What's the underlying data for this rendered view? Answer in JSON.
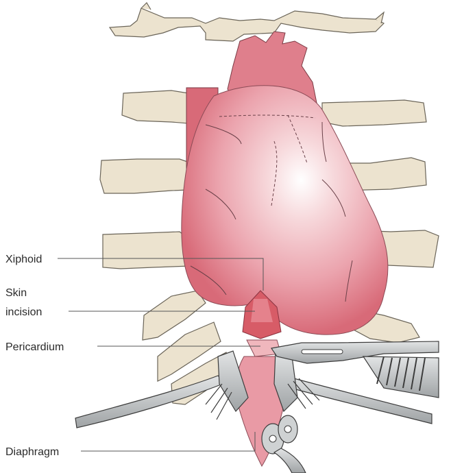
{
  "labels": {
    "xiphoid": "Xiphoid",
    "skin_line1": "Skin",
    "skin_line2": "incision",
    "pericardium": "Pericardium",
    "diaphragm": "Diaphragm"
  },
  "colors": {
    "bone": "#ece3cf",
    "bone_stroke": "#6a6458",
    "heart_light": "#ffffff",
    "heart_mid": "#f1bcc2",
    "heart_dark": "#d86a78",
    "incision": "#d75c67",
    "instrument": "#b8bbbd",
    "instrument_stroke": "#3c3c3c",
    "leader": "#555555"
  }
}
